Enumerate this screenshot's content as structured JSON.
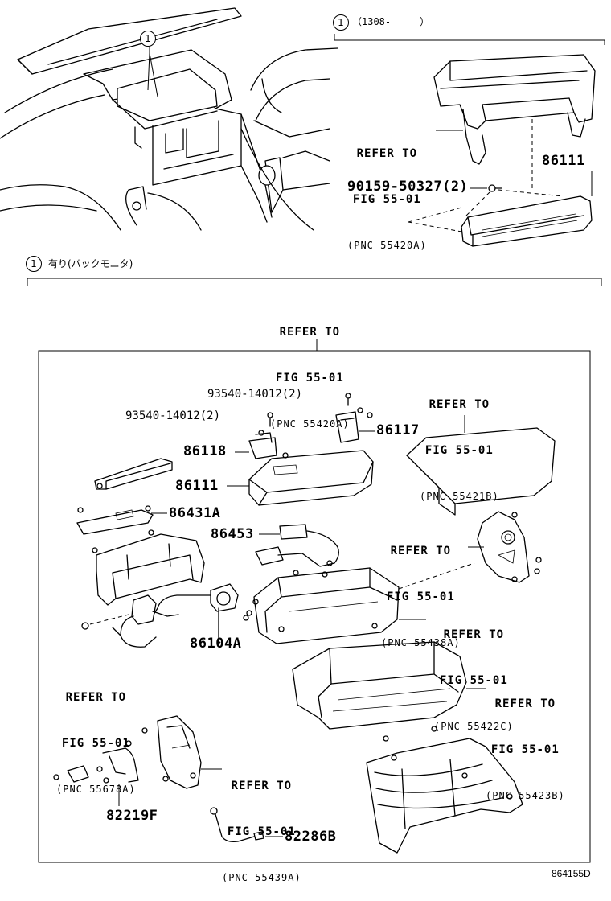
{
  "top_section": {
    "callout_symbol": "1",
    "period": "（1308-　　　）",
    "refer": {
      "line1": "REFER TO",
      "line2": "FIG 55-01",
      "line3": "(PNC 55420A)"
    },
    "bolt": "90159-50327(2)",
    "unit": "86111"
  },
  "main_section": {
    "callout_symbol": "1",
    "condition": "有り(バックモニタ)",
    "refer_top": {
      "line1": "REFER TO",
      "line2": "FIG 55-01",
      "line3": "(PNC 55420A)"
    },
    "refer_lid": {
      "line1": "REFER TO",
      "line2": "FIG 55-01",
      "line3": "(PNC 55421B)"
    },
    "refer_side": {
      "line1": "REFER TO",
      "line2": "FIG 55-01",
      "line3": "(PNC 55438A)"
    },
    "refer_tray": {
      "line1": "REFER TO",
      "line2": "FIG 55-01",
      "line3": "(PNC 55422C)"
    },
    "refer_left": {
      "line1": "REFER TO",
      "line2": "FIG 55-01",
      "line3": "(PNC 55678A)"
    },
    "refer_frame": {
      "line1": "REFER TO",
      "line2": "FIG 55-01",
      "line3": "(PNC 55423B)"
    },
    "refer_bracket": {
      "line1": "REFER TO",
      "line2": "FIG 55-01",
      "line3": "(PNC 55439A)"
    },
    "screw_1": "93540-14012(2)",
    "screw_2": "93540-14012(2)",
    "parts": {
      "p86117": "86117",
      "p86118": "86118",
      "p86111": "86111",
      "p86431A": "86431A",
      "p86453": "86453",
      "p86104A": "86104A",
      "p82219F": "82219F",
      "p82286B": "82286B"
    }
  },
  "diagram_code": "864155D"
}
